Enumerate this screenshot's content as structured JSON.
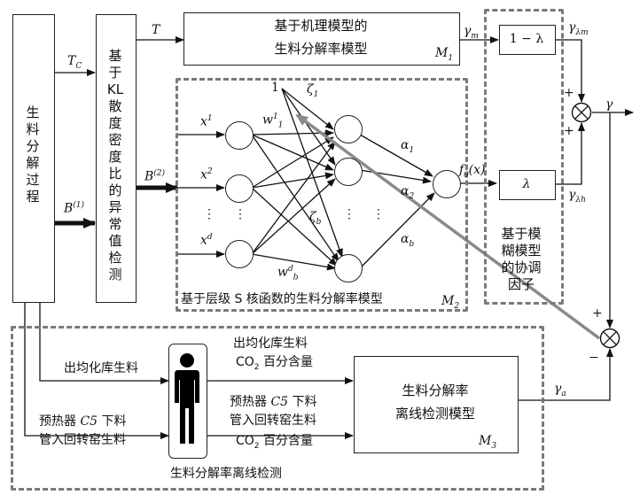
{
  "process_box": {
    "label": "生料分解过程"
  },
  "detect_box": {
    "label": "基于KL散度密度比的异常值检测"
  },
  "signals": {
    "tc": "T_C",
    "b1": "B(1)",
    "t": "T",
    "b2": "B(2)",
    "gamma_m": "γm",
    "gamma_lambda_m": "γλm",
    "gamma_lambda_h": "γλh",
    "gamma": "γ",
    "gamma_a": "γa",
    "f_theta": "fθ(x)"
  },
  "m1_box": {
    "line1": "基于机理模型的",
    "line2": "生料分解率模型",
    "tag": "M1"
  },
  "m2_panel": {
    "caption": "基于层级 S 核函数的生料分解率模型",
    "tag": "M2"
  },
  "network": {
    "bias_input": "1",
    "inputs": [
      "x1",
      "x2",
      "⋮",
      "xd"
    ],
    "weights_top": "w11",
    "weights_bottom": "wbd",
    "zeta_top": "ζ1",
    "zeta_bottom": "ζb",
    "alphas": [
      "α1",
      "α2",
      "αb"
    ],
    "dots": "⋮"
  },
  "coord_panel": {
    "one_minus_lambda": "1 − λ",
    "lambda": "λ",
    "caption_lines": [
      "基于模",
      "糊模型",
      "的协调",
      "因子"
    ]
  },
  "signs": {
    "plus_top": "+",
    "plus_bottom": "+",
    "plus_right": "+",
    "minus_right": "−"
  },
  "offline_panel": {
    "caption": "生料分解率离线检测",
    "left_label_1": "出均化库生料",
    "left_label_2_line1": "预热器 C5 下料",
    "left_label_2_line2": "管入回转窑生料",
    "right_label_1_line1": "出均化库生料",
    "right_label_1_line2": "CO2 百分含量",
    "right_label_2_line1": "预热器 C5 下料",
    "right_label_2_line2": "管入回转窑生料",
    "right_label_2_line3": "CO2 百分含量",
    "model_line1": "生料分解率",
    "model_line2": "离线检测模型",
    "tag": "M3"
  },
  "icons": {
    "person": "person-icon",
    "summer": "summing-junction-icon"
  }
}
